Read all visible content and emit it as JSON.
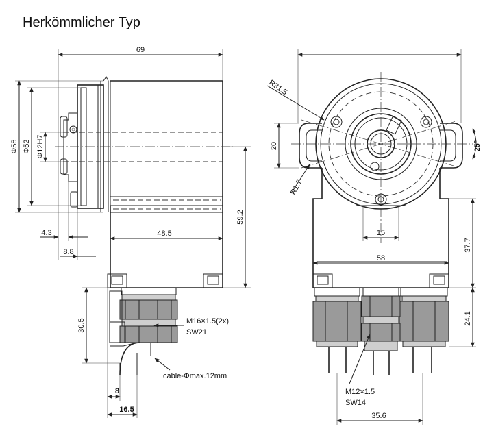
{
  "title": "Herkömmlicher Typ",
  "left_view": {
    "dim_overall_length": "69",
    "dim_flange_dia": "Φ58",
    "dim_spigot_dia": "Φ52",
    "dim_shaft_dia": "Φ12H7",
    "dim_housing_height": "59.2",
    "dim_housing_length": "48.5",
    "dim_flange_offset": "4.3",
    "dim_flange_depth": "8.8",
    "dim_gland_height": "30.5",
    "gland_thread": "M16×1.5(2x)",
    "gland_wrench": "SW21",
    "cable_spec": "cable-Φmax.12mm",
    "dim_cable_offset": "8",
    "dim_gland_width": "16.5"
  },
  "right_view": {
    "dim_outer_radius": "R31.5",
    "dim_slot_width": "20",
    "dim_slot_radius": "R1.7",
    "dim_angle": "25°",
    "dim_mount_width": "15",
    "dim_box_width": "58",
    "dim_box_height": "37.7",
    "dim_gland_height": "24.1",
    "conn_thread": "M12×1.5",
    "conn_wrench": "SW14",
    "dim_gland_spacing": "35.6"
  }
}
